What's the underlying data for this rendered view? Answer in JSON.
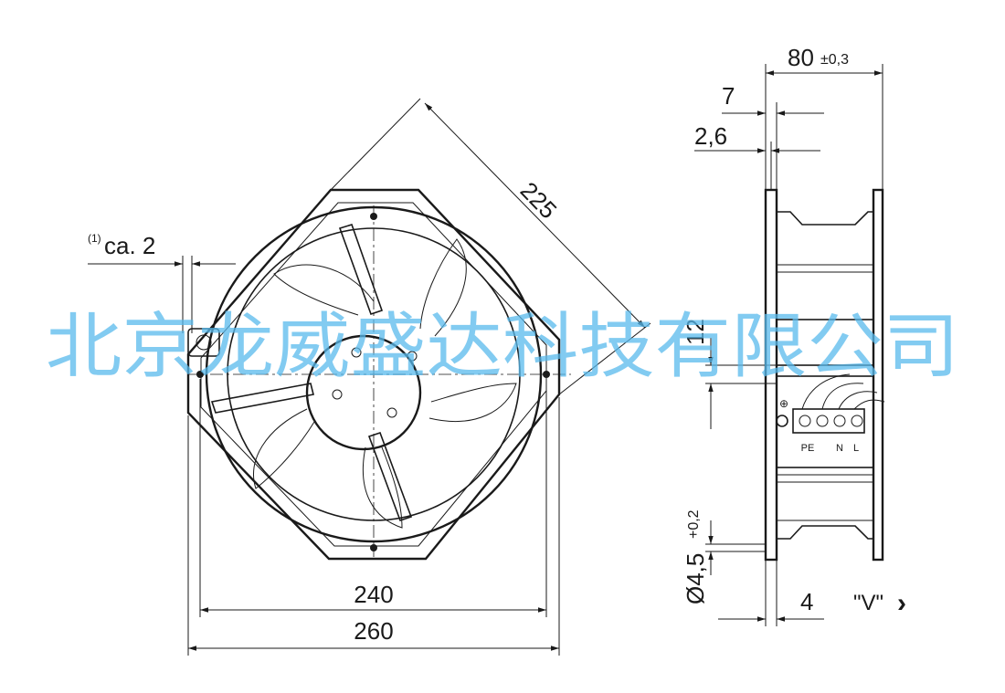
{
  "watermark": "北京龙威盛达科技有限公司",
  "front_view": {
    "dim_diagonal": "225",
    "dim_inner_width": "240",
    "dim_outer_width": "260",
    "note_marker": "(1)",
    "note_text": "ca. 2"
  },
  "side_view": {
    "dim_depth": "80",
    "dim_depth_tol": "±0,3",
    "dim_flange": "7",
    "dim_plate": "2,6",
    "dim_offset": "12",
    "dim_hole": "Ø4,5",
    "dim_hole_tol": "+0,2",
    "dim_foot": "4",
    "view_label": "\"V\"",
    "view_arrow": "›",
    "ground_symbol": "⊕",
    "terminals": [
      "PE",
      "N",
      "L"
    ]
  }
}
